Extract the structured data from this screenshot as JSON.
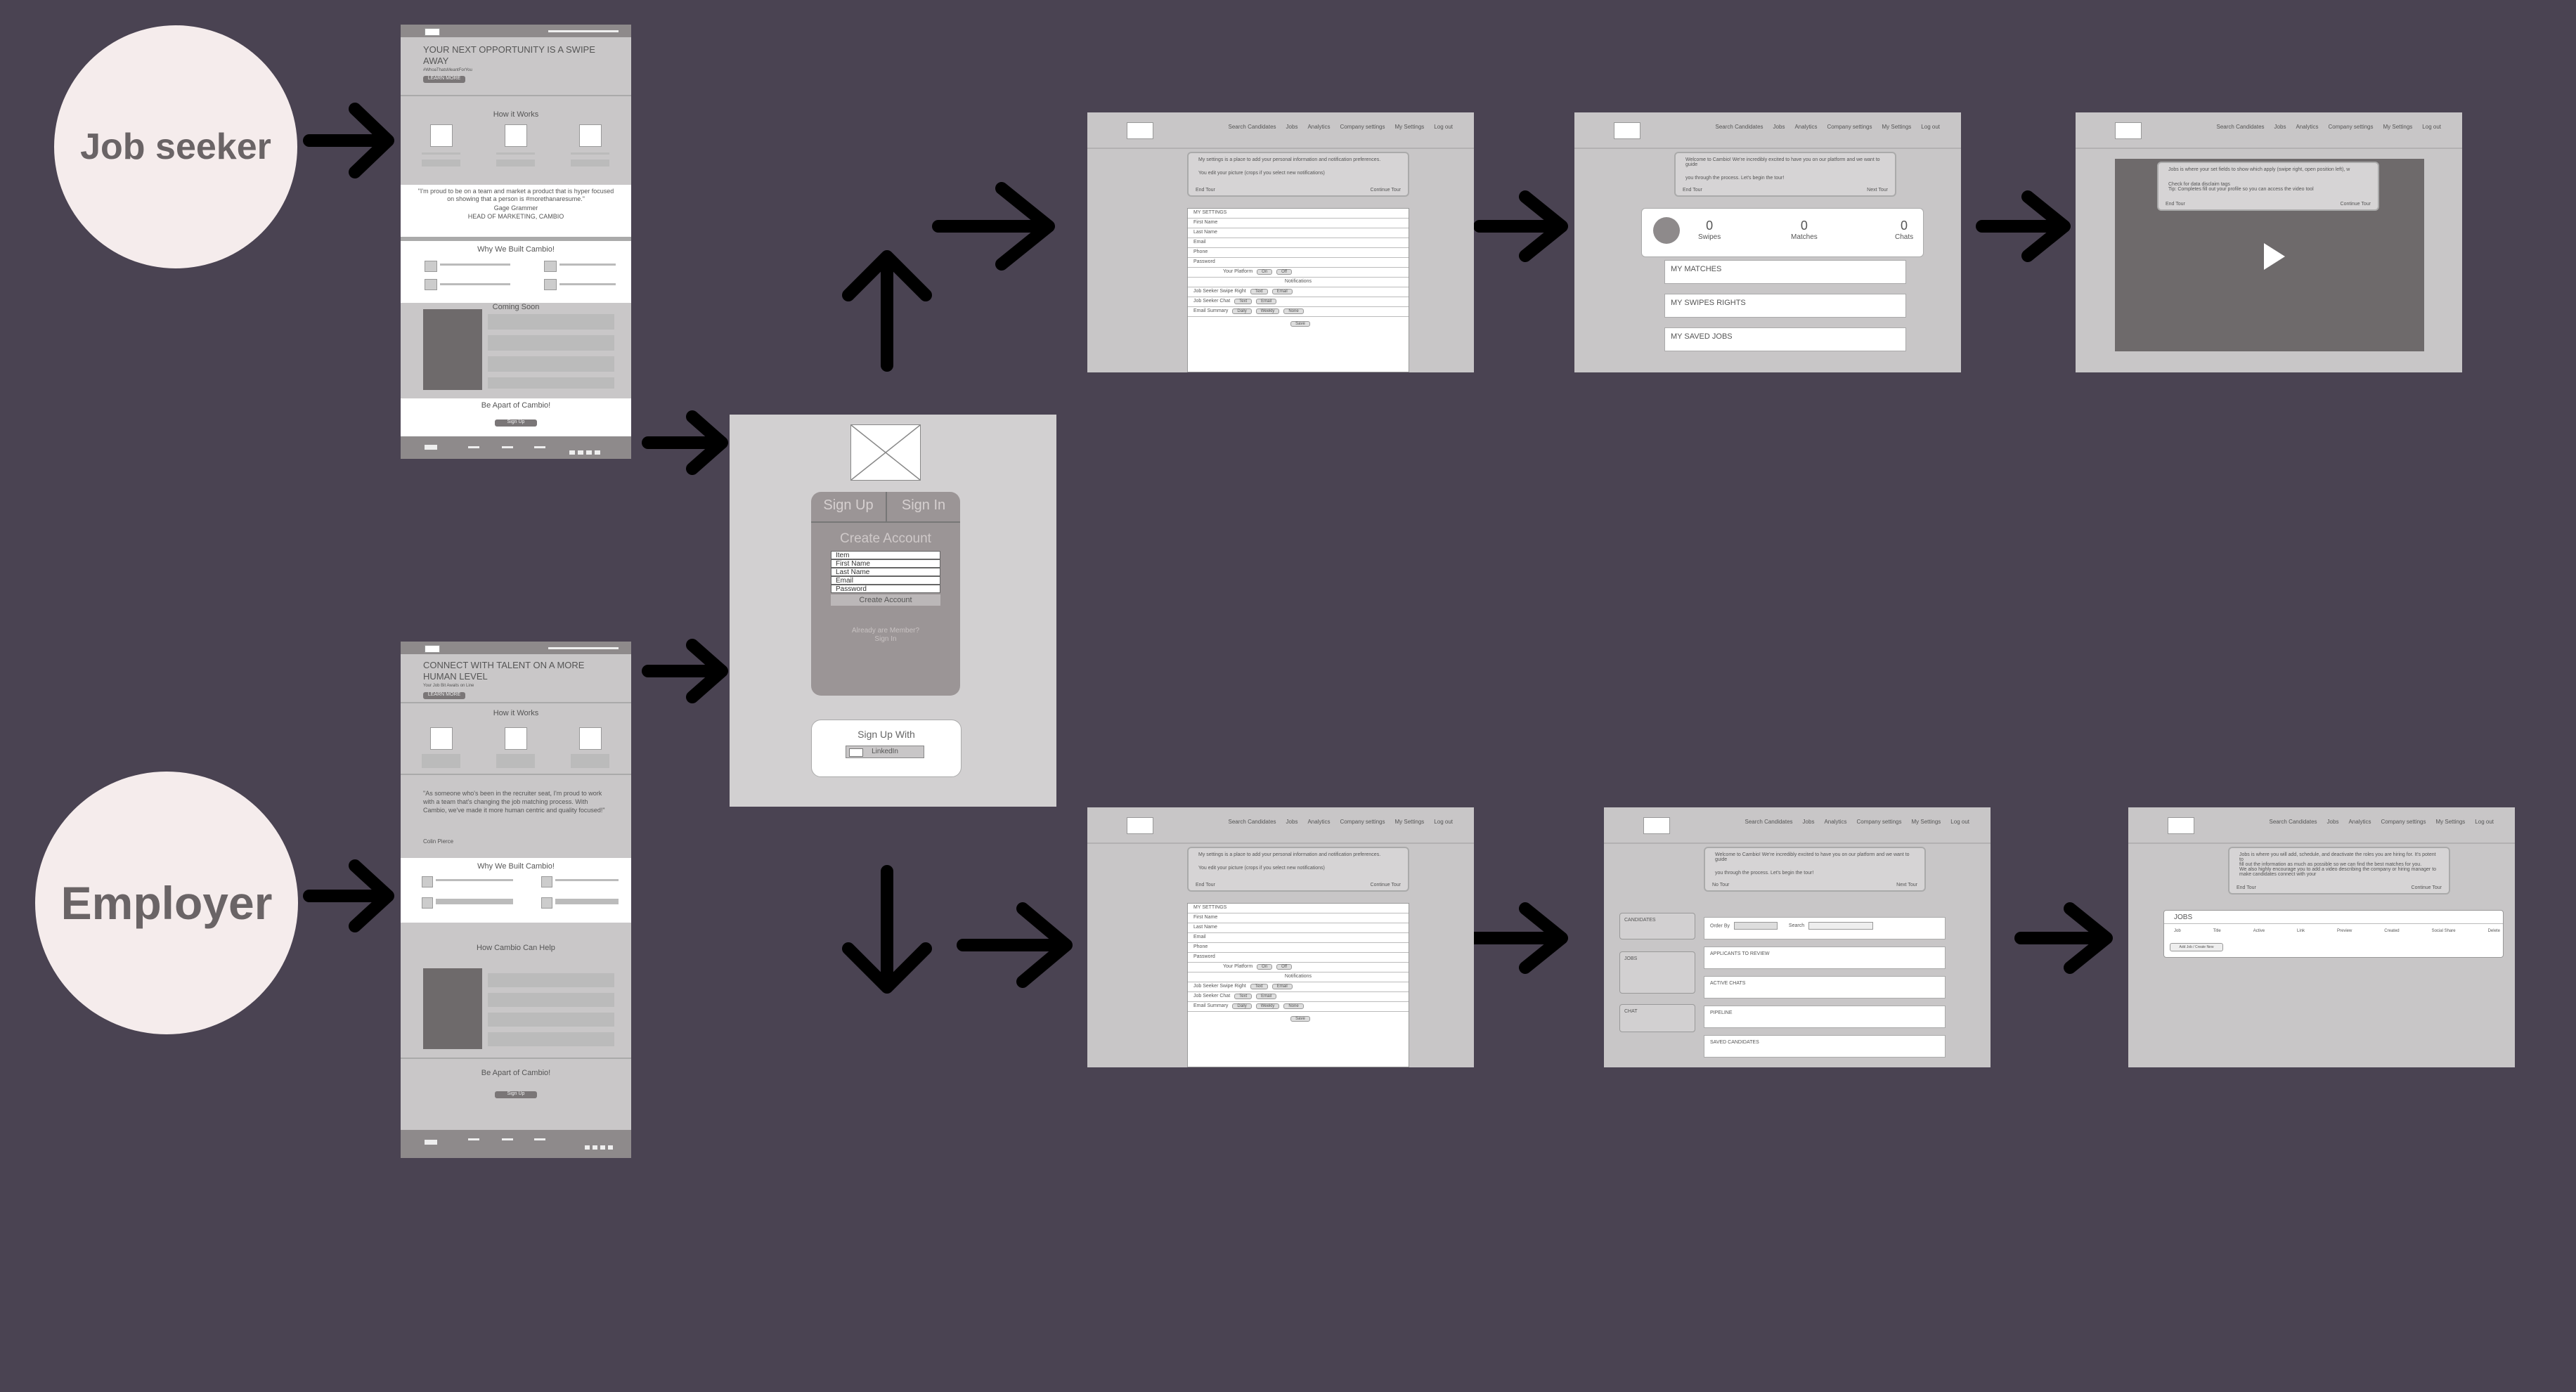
{
  "roles": {
    "job_seeker": "Job seeker",
    "employer": "Employer"
  },
  "seeker_landing": {
    "hero_title": "YOUR NEXT OPPORTUNITY IS A SWIPE AWAY",
    "hero_sub": "#WhoaThatsMeantForYou",
    "hero_button": "LEARN MORE",
    "how_title": "How it Works",
    "quote": "\"I'm proud to be on a team and market a product that is hyper focused on showing that a person is #morethanaresume.\"",
    "quote_name": "Gage Grammer",
    "quote_role": "HEAD OF MARKETING, CAMBIO",
    "why_title": "Why We Built Cambio!",
    "coming_title": "Coming Soon",
    "apart_title": "Be Apart of Cambio!",
    "apart_button": "Sign Up"
  },
  "employer_landing": {
    "hero_title": "CONNECT WITH TALENT ON A MORE HUMAN LEVEL",
    "hero_sub": "Your Job Bit Awaits on Line",
    "hero_button": "LEARN MORE",
    "how_title": "How it Works",
    "quote": "\"As someone who's been in the recruiter seat, I'm proud to work with a team that's changing the job matching process. With Cambio, we've made it more human centric and quality focused!\"",
    "quote_name": "Colin Pierce",
    "why_title": "Why We Built Cambio!",
    "help_title": "How Cambio Can Help",
    "apart_title": "Be Apart of Cambio!",
    "apart_button": "Sign Up"
  },
  "signup": {
    "tab_signup": "Sign Up",
    "tab_signin": "Sign In",
    "create_title": "Create Account",
    "fields": [
      "Item",
      "First Name",
      "Last Name",
      "Email",
      "Password"
    ],
    "create_button": "Create Account",
    "already_member": "Already are Member?",
    "sign_in_link": "Sign In",
    "signup_with": "Sign Up With",
    "linkedin": "LinkedIn"
  },
  "app_nav": {
    "seeker": [
      "Search Candidates",
      "Jobs",
      "Analytics",
      "Company settings",
      "My Settings",
      "Log out"
    ],
    "employer": [
      "Search Candidates",
      "Jobs",
      "Analytics",
      "Company settings",
      "My Settings",
      "Log out"
    ]
  },
  "settings_screen": {
    "tour_text_1": "My settings is a place to add your personal information and notification preferences.",
    "tour_text_2": "You edit your picture (crops if you select new notifications)",
    "tour_end": "End Tour",
    "tour_continue": "Continue Tour",
    "title": "MY SETTINGS",
    "rows": [
      "First Name",
      "Last Name",
      "Email",
      "Phone",
      "Password"
    ],
    "your_platform": "Your Platform",
    "on": "On",
    "off": "Off",
    "notifications": "Notifications",
    "swipe_right": "Job Seeker Swipe Right",
    "chat": "Job Seeker Chat",
    "email_summary": "Email Summary",
    "text": "Text",
    "email": "Email",
    "daily": "Daily",
    "weekly": "Weekly",
    "none": "None",
    "save": "Save"
  },
  "dashboard_screen": {
    "tour_text_1": "Welcome to Cambio! We're incredibly excited to have you on our platform and we want to guide",
    "tour_text_2": "you through the process. Let's begin the tour!",
    "tour_end": "End Tour",
    "tour_next": "Next Tour",
    "stats": [
      {
        "value": "0",
        "label": "Swipes"
      },
      {
        "value": "0",
        "label": "Matches"
      },
      {
        "value": "0",
        "label": "Chats"
      }
    ],
    "links": [
      "MY MATCHES",
      "MY SWIPES RIGHTS",
      "MY SAVED JOBS"
    ]
  },
  "video_screen": {
    "tour_text_1": "Jobs is where your set fields to show which apply (swipe right, open position left), w",
    "tour_text_2": "Check for data disclaim tags",
    "tour_text_3": "Tip: Completes fill out your profile so you can access the video tool",
    "tour_end": "End Tour",
    "tour_continue": "Continue Tour"
  },
  "employer_dashboard": {
    "tour_text_1": "Welcome to Cambio! We're incredibly excited to have you on our platform and we want to guide",
    "tour_text_2": "you through the process. Let's begin the tour!",
    "tour_end": "No Tour",
    "tour_next": "Next Tour",
    "side": [
      "CANDIDATES",
      "JOBS",
      "CHAT"
    ],
    "order_by": "Order By",
    "search": "Search",
    "rows": [
      "APPLICANTS TO REVIEW",
      "ACTIVE CHATS",
      "PIPELINE",
      "SAVED CANDIDATES"
    ]
  },
  "jobs_screen": {
    "tour_text_1": "Jobs is where you will add, schedule, and deactivate the roles you are hiring for. It's potent to",
    "tour_text_2": "fill out the information as much as possible so we can find the best matches for you.",
    "tour_text_3": "We also highly encourage you to add a video describing the company or hiring manager to",
    "tour_text_4": "make candidates connect with your",
    "tour_end": "End Tour",
    "tour_continue": "Continue Tour",
    "jobs_title": "JOBS",
    "columns": [
      "Job",
      "Title",
      "Active",
      "Link",
      "Preview",
      "Created",
      "Social Share",
      "Delete"
    ],
    "create_button": "Add Job / Create New"
  }
}
